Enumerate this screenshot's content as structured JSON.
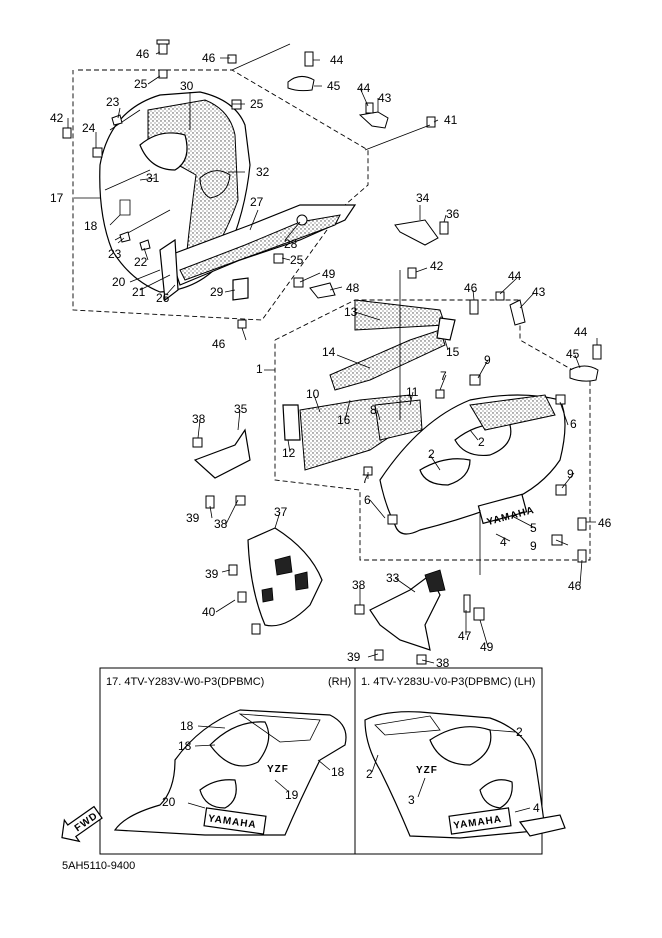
{
  "callouts": [
    {
      "id": "c46a",
      "text": "46"
    },
    {
      "id": "c25a",
      "text": "25"
    },
    {
      "id": "c30",
      "text": "30"
    },
    {
      "id": "c46b",
      "text": "46"
    },
    {
      "id": "c44a",
      "text": "44"
    },
    {
      "id": "c45a",
      "text": "45"
    },
    {
      "id": "c44b",
      "text": "44"
    },
    {
      "id": "c43a",
      "text": "43"
    },
    {
      "id": "c23a",
      "text": "23"
    },
    {
      "id": "c25b",
      "text": "25"
    },
    {
      "id": "c42a",
      "text": "42"
    },
    {
      "id": "c24",
      "text": "24"
    },
    {
      "id": "c41",
      "text": "41"
    },
    {
      "id": "c17",
      "text": "17"
    },
    {
      "id": "c31",
      "text": "31"
    },
    {
      "id": "c32",
      "text": "32"
    },
    {
      "id": "c18a",
      "text": "18"
    },
    {
      "id": "c27",
      "text": "27"
    },
    {
      "id": "c34",
      "text": "34"
    },
    {
      "id": "c36",
      "text": "36"
    },
    {
      "id": "c23b",
      "text": "23"
    },
    {
      "id": "c28",
      "text": "28"
    },
    {
      "id": "c22",
      "text": "22"
    },
    {
      "id": "c25c",
      "text": "25"
    },
    {
      "id": "c42b",
      "text": "42"
    },
    {
      "id": "c20a",
      "text": "20"
    },
    {
      "id": "c49a",
      "text": "49"
    },
    {
      "id": "c21",
      "text": "21"
    },
    {
      "id": "c48",
      "text": "48"
    },
    {
      "id": "c26",
      "text": "26"
    },
    {
      "id": "c29",
      "text": "29"
    },
    {
      "id": "c44c",
      "text": "44"
    },
    {
      "id": "c46c",
      "text": "46"
    },
    {
      "id": "c43b",
      "text": "43"
    },
    {
      "id": "c13",
      "text": "13"
    },
    {
      "id": "c46d",
      "text": "46"
    },
    {
      "id": "c15",
      "text": "15"
    },
    {
      "id": "c14",
      "text": "14"
    },
    {
      "id": "c44d",
      "text": "44"
    },
    {
      "id": "c1a",
      "text": "1"
    },
    {
      "id": "c9a",
      "text": "9"
    },
    {
      "id": "c45b",
      "text": "45"
    },
    {
      "id": "c7a",
      "text": "7"
    },
    {
      "id": "c10",
      "text": "10"
    },
    {
      "id": "c11",
      "text": "11"
    },
    {
      "id": "c38a",
      "text": "38"
    },
    {
      "id": "c35",
      "text": "35"
    },
    {
      "id": "c16",
      "text": "16"
    },
    {
      "id": "c8",
      "text": "8"
    },
    {
      "id": "c6a",
      "text": "6"
    },
    {
      "id": "c2a",
      "text": "2"
    },
    {
      "id": "c12",
      "text": "12"
    },
    {
      "id": "c2b",
      "text": "2"
    },
    {
      "id": "c9b",
      "text": "9"
    },
    {
      "id": "c7b",
      "text": "7"
    },
    {
      "id": "c6b",
      "text": "6"
    },
    {
      "id": "c39a",
      "text": "39"
    },
    {
      "id": "c38b",
      "text": "38"
    },
    {
      "id": "c46e",
      "text": "46"
    },
    {
      "id": "c5",
      "text": "5"
    },
    {
      "id": "c37",
      "text": "37"
    },
    {
      "id": "c4a",
      "text": "4"
    },
    {
      "id": "c9c",
      "text": "9"
    },
    {
      "id": "c46f",
      "text": "46"
    },
    {
      "id": "c39b",
      "text": "39"
    },
    {
      "id": "c33",
      "text": "33"
    },
    {
      "id": "c38c",
      "text": "38"
    },
    {
      "id": "c40",
      "text": "40"
    },
    {
      "id": "c47",
      "text": "47"
    },
    {
      "id": "c49b",
      "text": "49"
    },
    {
      "id": "c39c",
      "text": "39"
    },
    {
      "id": "c38d",
      "text": "38"
    },
    {
      "id": "c18b",
      "text": "18"
    },
    {
      "id": "c18c",
      "text": "18"
    },
    {
      "id": "c19",
      "text": "19"
    },
    {
      "id": "c20b",
      "text": "20"
    },
    {
      "id": "c2c",
      "text": "2"
    },
    {
      "id": "c2d",
      "text": "2"
    },
    {
      "id": "c3",
      "text": "3"
    },
    {
      "id": "c4b",
      "text": "4"
    }
  ],
  "panel": {
    "rh_title": "17. 4TV-Y283V-W0-P3(DPBMC)",
    "rh_side": "(RH)",
    "lh_title": "1. 4TV-Y283U-V0-P3(DPBMC)",
    "lh_side": "(LH)"
  },
  "badges": {
    "fwd": "FWD",
    "brand": "YAMAHA",
    "model": "YZF"
  },
  "footer": {
    "drawing_number": "5AH5110-9400"
  }
}
